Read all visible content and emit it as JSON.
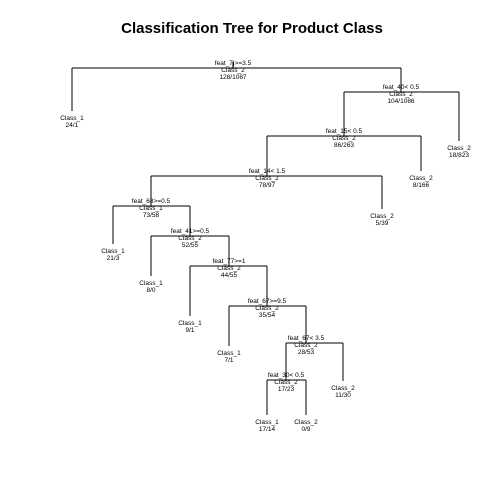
{
  "title": "Classification Tree for Product Class",
  "tree": {
    "split": "feat_7|>=3.5",
    "cls": "Class_2",
    "counts": "128/1087",
    "children": [
      {
        "cls": "Class_1",
        "counts": "24/1"
      },
      {
        "split": "feat_40< 0.5",
        "cls": "Class_2",
        "counts": "104/1086",
        "children": [
          {
            "split": "feat_15< 0.5",
            "cls": "Class_2",
            "counts": "86/263",
            "children": [
              {
                "split": "feat_14< 1.5",
                "cls": "Class_2",
                "counts": "78/97",
                "children": [
                  {
                    "split": "feat_68>=0.5",
                    "cls": "Class_1",
                    "counts": "73/58",
                    "children": [
                      {
                        "cls": "Class_1",
                        "counts": "21/3"
                      },
                      {
                        "split": "feat_41>=0.5",
                        "cls": "Class_2",
                        "counts": "52/55",
                        "children": [
                          {
                            "cls": "Class_1",
                            "counts": "8/0"
                          },
                          {
                            "split": "feat_77>=1",
                            "cls": "Class_2",
                            "counts": "44/55",
                            "children": [
                              {
                                "cls": "Class_1",
                                "counts": "9/1"
                              },
                              {
                                "split": "feat_67>=9.5",
                                "cls": "Class_2",
                                "counts": "35/54",
                                "children": [
                                  {
                                    "cls": "Class_1",
                                    "counts": "7/1"
                                  },
                                  {
                                    "split": "feat_67< 3.5",
                                    "cls": "Class_2",
                                    "counts": "28/53",
                                    "children": [
                                      {
                                        "split": "feat_30< 0.5",
                                        "cls": "Class_2",
                                        "counts": "17/23",
                                        "children": [
                                          {
                                            "cls": "Class_1",
                                            "counts": "17/14"
                                          },
                                          {
                                            "cls": "Class_2",
                                            "counts": "0/9"
                                          }
                                        ]
                                      },
                                      {
                                        "cls": "Class_2",
                                        "counts": "11/30"
                                      }
                                    ]
                                  }
                                ]
                              }
                            ]
                          }
                        ]
                      }
                    ]
                  },
                  {
                    "cls": "Class_2",
                    "counts": "5/39"
                  }
                ]
              },
              {
                "cls": "Class_2",
                "counts": "8/166"
              }
            ]
          },
          {
            "cls": "Class_2",
            "counts": "18/823"
          }
        ]
      }
    ]
  }
}
